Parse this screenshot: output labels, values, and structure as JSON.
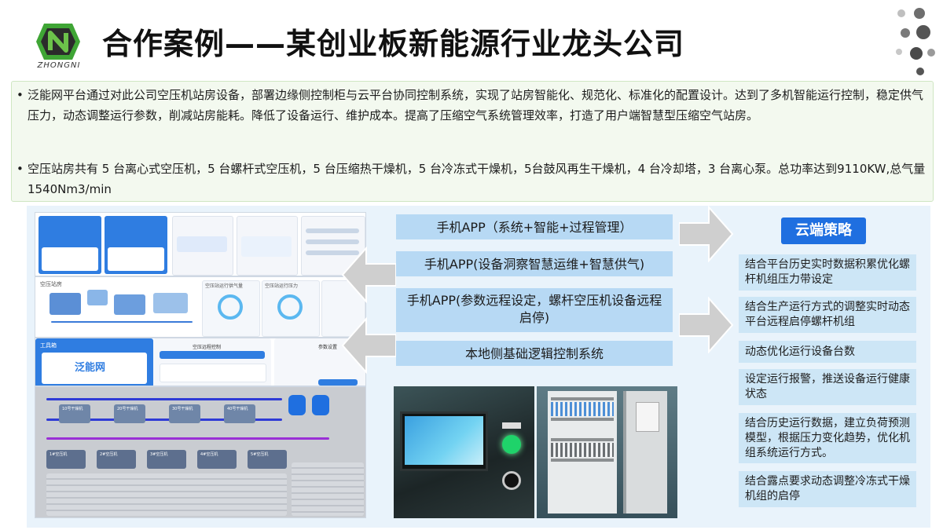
{
  "header": {
    "logo_text": "ZHONGNI",
    "title": "合作案例——某创业板新能源行业龙头公司"
  },
  "intro": {
    "bullets": [
      "泛能网平台通过对此公司空压机站房设备，部署边缘侧控制柜与云平台协同控制系统，实现了站房智能化、规范化、标准化的配置设计。达到了多机智能运行控制，稳定供气压力，动态调整运行参数，削减站房能耗。降低了设备运行、维护成本。提高了压缩空气系统管理效率，打造了用户端智慧型压缩空气站房。",
      "空压站房共有 5 台离心式空压机，5 台螺杆式空压机，5 台压缩热干燥机，5 台冷冻式干燥机，5台鼓风再生干燥机，4 台冷却塔，3 台离心泵。总功率达到9110KW,总气量1540Nm3/min"
    ]
  },
  "flow": {
    "app1": "手机APP（系统+智能+过程管理）",
    "app2": "手机APP(设备洞察智慧运维+智慧供气)",
    "app3": "手机APP(参数远程设定，螺杆空压机设备远程启停)",
    "local": "本地侧基础逻辑控制系统"
  },
  "strategy": {
    "title": "云端策略",
    "items": [
      "结合平台历史实时数据积累优化螺杆机组压力带设定",
      "结合生产运行方式的调整实时动态平台远程启停螺杆机组",
      "动态优化运行设备台数",
      "设定运行报警，推送设备运行健康状态",
      "结合历史运行数据，建立负荷预测模型，根据压力变化趋势，优化机组系统运行方式。",
      "结合露点要求动态调整冷冻式干燥机组的启停"
    ]
  },
  "screens": {
    "scr2_title1": "空压站房",
    "scr2_val1": "空压站运行供气量",
    "scr2_val2": "空压站运行压力",
    "scr3_brand": "泛能网",
    "scr3_tool": "工具箱",
    "scr3_panel": "空压远程控制",
    "scr3_params": "参数设置",
    "scr4_lines": [
      "10号干燥机",
      "20号干燥机",
      "30号干燥机",
      "40号干燥机"
    ],
    "scr4_comps": [
      "1#空压机",
      "2#空压机",
      "3#空压机",
      "4#空压机",
      "5#空压机"
    ]
  },
  "colors": {
    "accent_blue": "#1f6fe0",
    "label_blue": "#b7d9f4",
    "strategy_bg": "#cde6f6",
    "panel_bg": "#f3f9ef",
    "logo_green": "#3fa535"
  },
  "icons": [
    "logo-n-icon",
    "arrow-right-icon",
    "arrow-left-icon"
  ]
}
